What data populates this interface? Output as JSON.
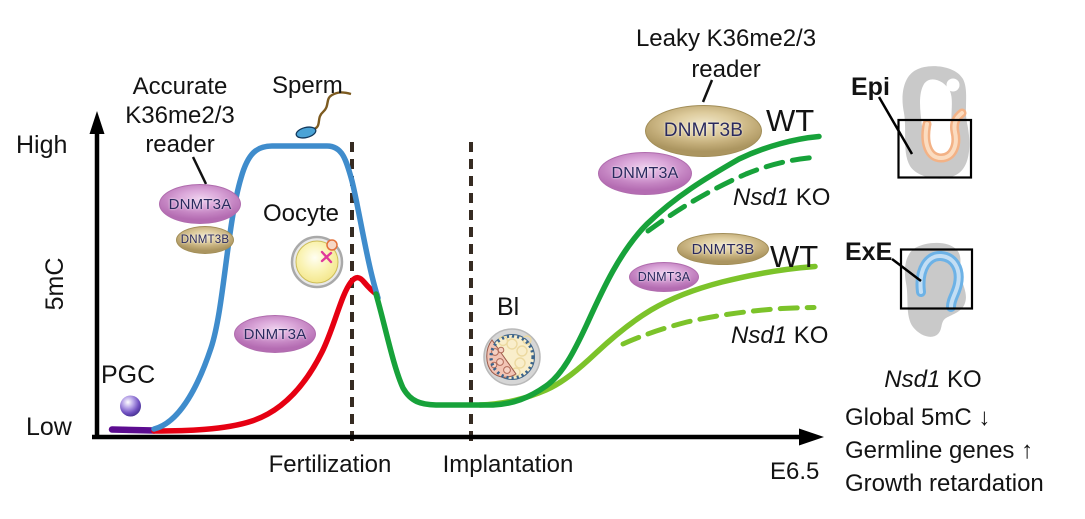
{
  "figure": {
    "axis": {
      "high": "High",
      "low": "Low",
      "ylabel": "5mC",
      "fertilization": "Fertilization",
      "implantation": "Implantation",
      "timepoint": "E6.5"
    },
    "labels": {
      "pgc": "PGC",
      "sperm": "Sperm",
      "oocyte": "Oocyte",
      "blastocyst": "Bl",
      "epi": "Epi",
      "exe": "ExE"
    },
    "reader_accurate": {
      "line1": "Accurate",
      "line2": "K36me2/3",
      "line3": "reader"
    },
    "reader_leaky": {
      "line1": "Leaky K36me2/3",
      "line2": "reader"
    },
    "enzymes": {
      "dnmt3a": "DNMT3A",
      "dnmt3b": "DNMT3B"
    },
    "genotypes": {
      "wt": "WT",
      "ko_gene": "Nsd1",
      "ko_suffix": "KO"
    },
    "ko_summary": {
      "gene": "Nsd1",
      "suffix": "KO",
      "effects": [
        "Global 5mC ↓",
        "Germline genes ↑",
        "Growth retardation"
      ]
    },
    "curves": {
      "pgc_line": {
        "label": "PGC",
        "color": "#5c0c90",
        "style": "solid",
        "level": "low before fertilization"
      },
      "sperm": {
        "label": "Sperm",
        "color": "#3f8ccc",
        "style": "solid",
        "level": "high plateau, drops after fertilization"
      },
      "oocyte": {
        "label": "Oocyte",
        "color": "#e60012",
        "style": "solid",
        "level": "mid peak at fertilization, then drops"
      },
      "epi_wt": {
        "label": "WT",
        "color": "#17a23a",
        "style": "solid",
        "level": "low at blastocyst, rises high by E6.5"
      },
      "epi_ko": {
        "label": "Nsd1 KO",
        "color": "#17a23a",
        "style": "dashed",
        "level": "rises slightly below WT"
      },
      "exe_wt": {
        "label": "WT",
        "color": "#7cc32a",
        "style": "solid",
        "level": "rises to intermediate level"
      },
      "exe_ko": {
        "label": "Nsd1 KO",
        "color": "#7cc32a",
        "style": "dashed",
        "level": "stays lower than WT"
      }
    },
    "colors": {
      "sperm_curve": "#3f8ccc",
      "oocyte_curve": "#e60012",
      "pgc_line": "#5c0c90",
      "epi_curve": "#17a23a",
      "exe_curve": "#7cc32a",
      "dnmt3a_fill": "#c77fc6",
      "dnmt3b_fill": "#c3b07c"
    }
  }
}
